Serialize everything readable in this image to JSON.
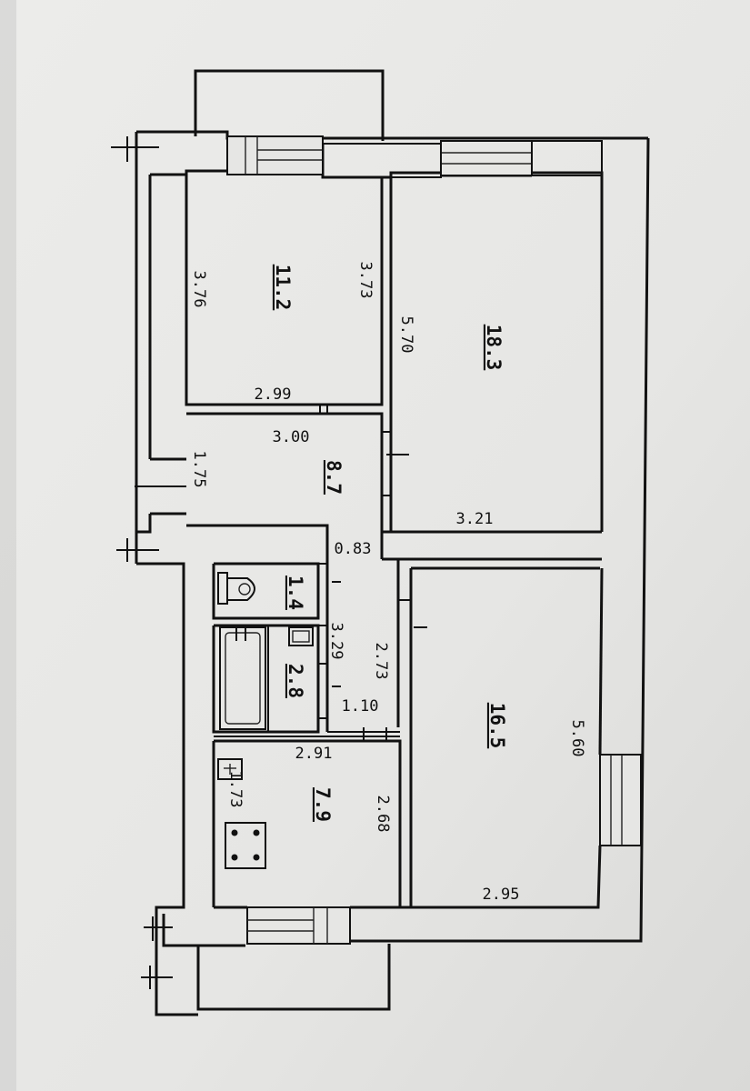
{
  "colors": {
    "paper": "#e9e9e7",
    "ink": "#111111"
  },
  "rooms": [
    {
      "id": "room-top-left",
      "area": "11.2",
      "dims": [
        "3.76",
        "3.73",
        "2.99"
      ]
    },
    {
      "id": "room-top-right",
      "area": "18.3",
      "dims": [
        "5.70",
        "3.21"
      ]
    },
    {
      "id": "hall",
      "area": "8.7",
      "dims": [
        "3.00",
        "1.75",
        "0.83"
      ]
    },
    {
      "id": "toilet",
      "area": "1.4",
      "dims": []
    },
    {
      "id": "bathroom",
      "area": "2.8",
      "dims": [
        "3.29",
        "1.10"
      ]
    },
    {
      "id": "corridor",
      "area": "",
      "dims": [
        "2.73"
      ]
    },
    {
      "id": "kitchen",
      "area": "7.9",
      "dims": [
        "2.91",
        "1.73",
        "2.68"
      ]
    },
    {
      "id": "room-bottom-right",
      "area": "16.5",
      "dims": [
        "5.60",
        "2.95"
      ]
    }
  ],
  "fixtures": [
    "toilet-icon",
    "sink-icon",
    "bathtub-icon",
    "stove-icon",
    "kitchen-sink-icon"
  ]
}
